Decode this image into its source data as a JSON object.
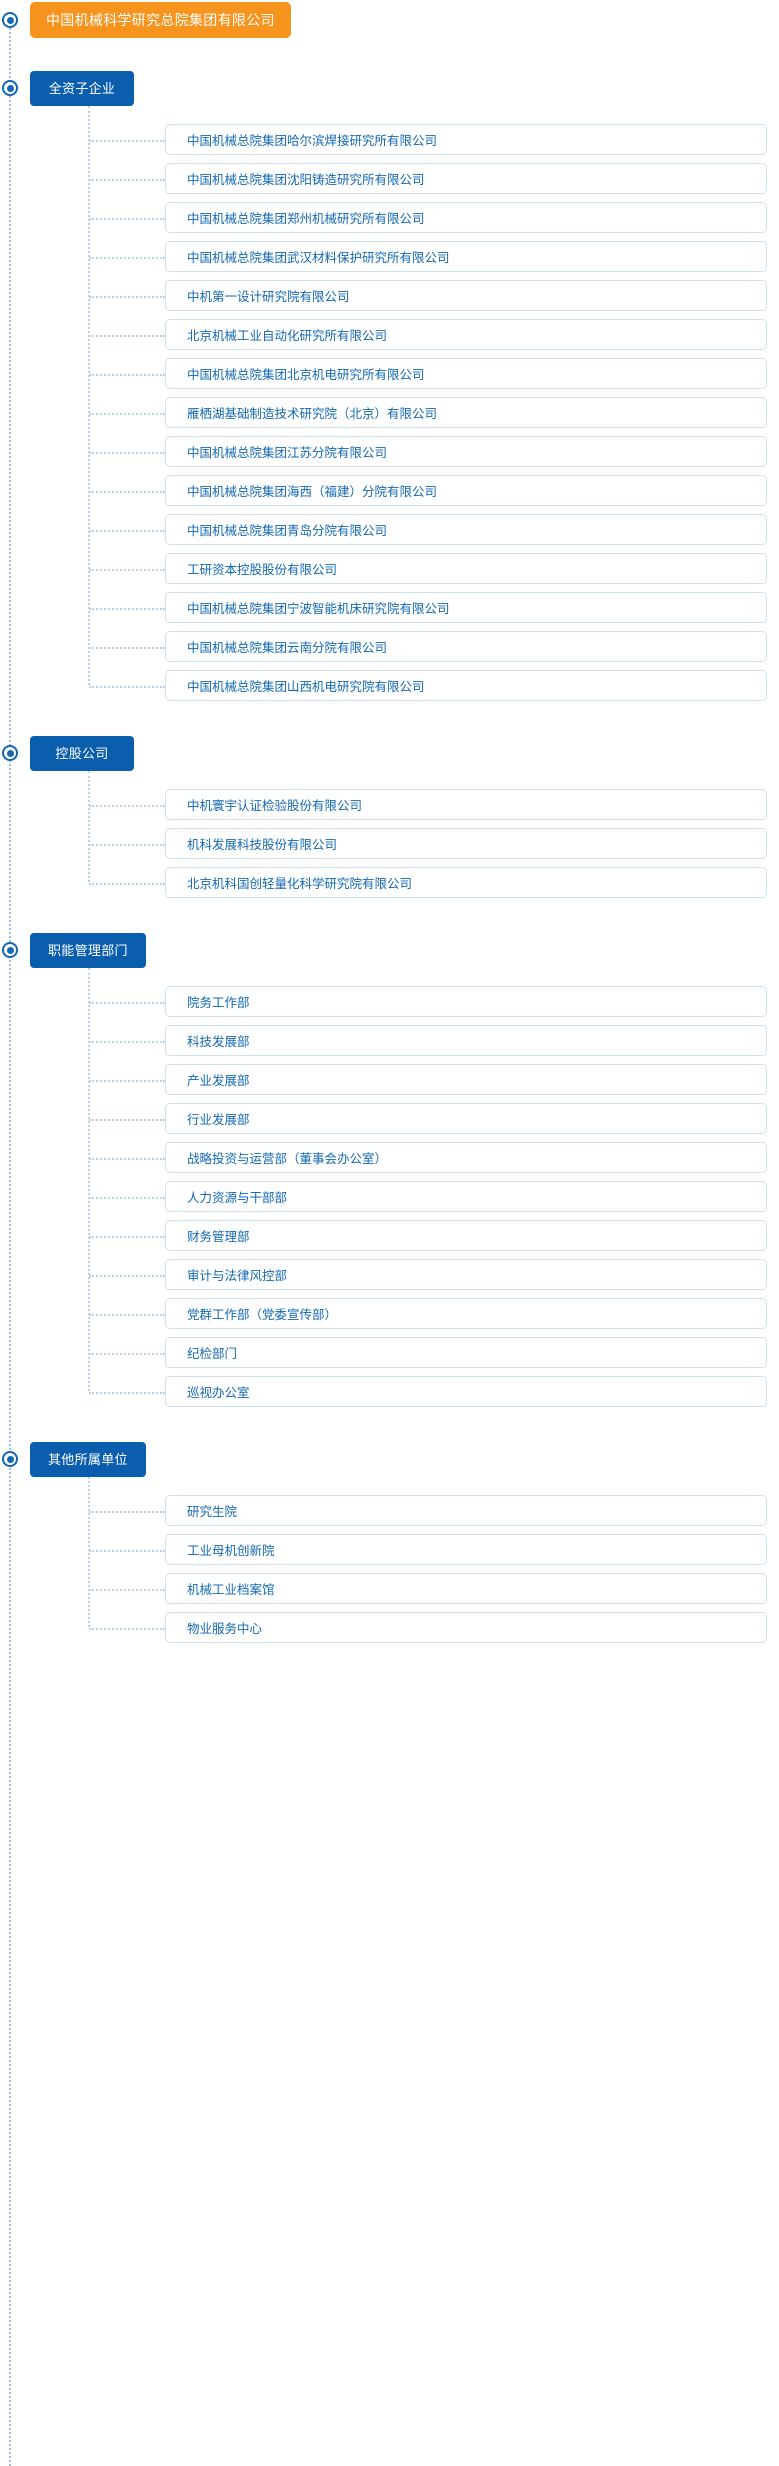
{
  "colors": {
    "root_bg": "#f7941d",
    "group_bg": "#0b5eae",
    "item_text": "#1268b3",
    "item_border": "#cfe0f1",
    "connector": "#b9d2ea"
  },
  "root": {
    "label": "中国机械科学研究总院集团有限公司"
  },
  "groups": [
    {
      "label": "全资子企业",
      "items": [
        "中国机械总院集团哈尔滨焊接研究所有限公司",
        "中国机械总院集团沈阳铸造研究所有限公司",
        "中国机械总院集团郑州机械研究所有限公司",
        "中国机械总院集团武汉材料保护研究所有限公司",
        "中机第一设计研究院有限公司",
        "北京机械工业自动化研究所有限公司",
        "中国机械总院集团北京机电研究所有限公司",
        "雁栖湖基础制造技术研究院（北京）有限公司",
        "中国机械总院集团江苏分院有限公司",
        "中国机械总院集团海西（福建）分院有限公司",
        "中国机械总院集团青岛分院有限公司",
        "工研资本控股股份有限公司",
        "中国机械总院集团宁波智能机床研究院有限公司",
        "中国机械总院集团云南分院有限公司",
        "中国机械总院集团山西机电研究院有限公司"
      ]
    },
    {
      "label": "控股公司",
      "items": [
        "中机寰宇认证检验股份有限公司",
        "机科发展科技股份有限公司",
        "北京机科国创轻量化科学研究院有限公司"
      ]
    },
    {
      "label": "职能管理部门",
      "items": [
        "院务工作部",
        "科技发展部",
        "产业发展部",
        "行业发展部",
        "战略投资与运营部（董事会办公室）",
        "人力资源与干部部",
        "财务管理部",
        "审计与法律风控部",
        "党群工作部（党委宣传部）",
        "纪检部门",
        "巡视办公室"
      ]
    },
    {
      "label": "其他所属单位",
      "items": [
        "研究生院",
        "工业母机创新院",
        "机械工业档案馆",
        "物业服务中心"
      ]
    }
  ]
}
